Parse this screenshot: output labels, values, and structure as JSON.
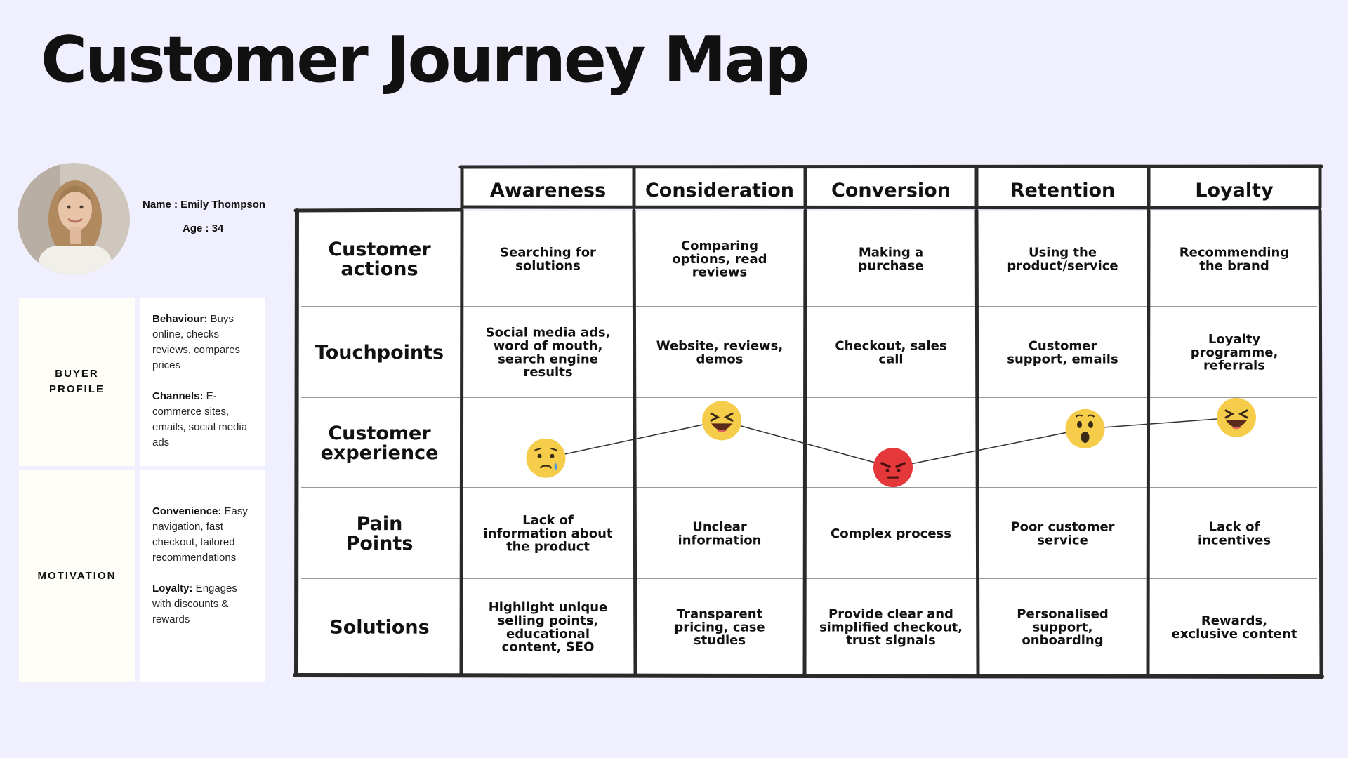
{
  "title": "Customer Journey Map",
  "persona": {
    "name_label": "Name : Emily Thompson",
    "age_label": "Age : 34"
  },
  "buyer_profile": {
    "label_line1": "BUYER",
    "label_line2": "PROFILE",
    "behaviour_key": "Behaviour:",
    "behaviour_text": " Buys online, checks reviews, compares prices",
    "channels_key": "Channels:",
    "channels_text": " E-commerce sites, emails, social media ads"
  },
  "motivation": {
    "label": "MOTIVATION",
    "convenience_key": "Convenience:",
    "convenience_text": " Easy navigation, fast checkout, tailored recommendations",
    "loyalty_key": "Loyalty:",
    "loyalty_text": " Engages with discounts & rewards"
  },
  "stages": [
    "Awareness",
    "Consideration",
    "Conversion",
    "Retention",
    "Loyalty"
  ],
  "rows": [
    {
      "label": [
        "Customer",
        "actions"
      ],
      "cells": [
        [
          "Searching for",
          "solutions"
        ],
        [
          "Comparing",
          "options, read",
          "reviews"
        ],
        [
          "Making a",
          "purchase"
        ],
        [
          "Using the",
          "product/service"
        ],
        [
          "Recommending",
          "the brand"
        ]
      ]
    },
    {
      "label": [
        "Touchpoints"
      ],
      "cells": [
        [
          "Social media ads,",
          "word of mouth,",
          "search engine",
          "results"
        ],
        [
          "Website, reviews,",
          "demos"
        ],
        [
          "Checkout, sales",
          "call"
        ],
        [
          "Customer",
          "support, emails"
        ],
        [
          "Loyalty",
          "programme,",
          "referrals"
        ]
      ]
    },
    {
      "label": [
        "Customer",
        "experience"
      ],
      "cells": []
    },
    {
      "label": [
        "Pain",
        "Points"
      ],
      "cells": [
        [
          "Lack of",
          "information about",
          "the product"
        ],
        [
          "Unclear",
          "information"
        ],
        [
          "Complex process"
        ],
        [
          "Poor customer",
          "service"
        ],
        [
          "Lack of",
          "incentives"
        ]
      ]
    },
    {
      "label": [
        "Solutions"
      ],
      "cells": [
        [
          "Highlight unique",
          "selling points,",
          "educational",
          "content, SEO"
        ],
        [
          "Transparent",
          "pricing, case",
          "studies"
        ],
        [
          "Provide clear and",
          "simplified checkout,",
          "trust signals"
        ],
        [
          "Personalised",
          "support,",
          "onboarding"
        ],
        [
          "Rewards,",
          "exclusive content"
        ]
      ]
    }
  ],
  "experience": [
    {
      "stage": "Awareness",
      "emotion": "sad-crying",
      "level": 0.25
    },
    {
      "stage": "Consideration",
      "emotion": "laughing",
      "level": 0.85
    },
    {
      "stage": "Conversion",
      "emotion": "angry",
      "level": 0.1
    },
    {
      "stage": "Retention",
      "emotion": "surprised",
      "level": 0.72
    },
    {
      "stage": "Loyalty",
      "emotion": "laughing",
      "level": 0.9
    }
  ],
  "colors": {
    "background": "#f0effd",
    "grid": "#2a2a2a",
    "emoji_yellow": "#f5cd4a",
    "emoji_red": "#e5383b"
  }
}
